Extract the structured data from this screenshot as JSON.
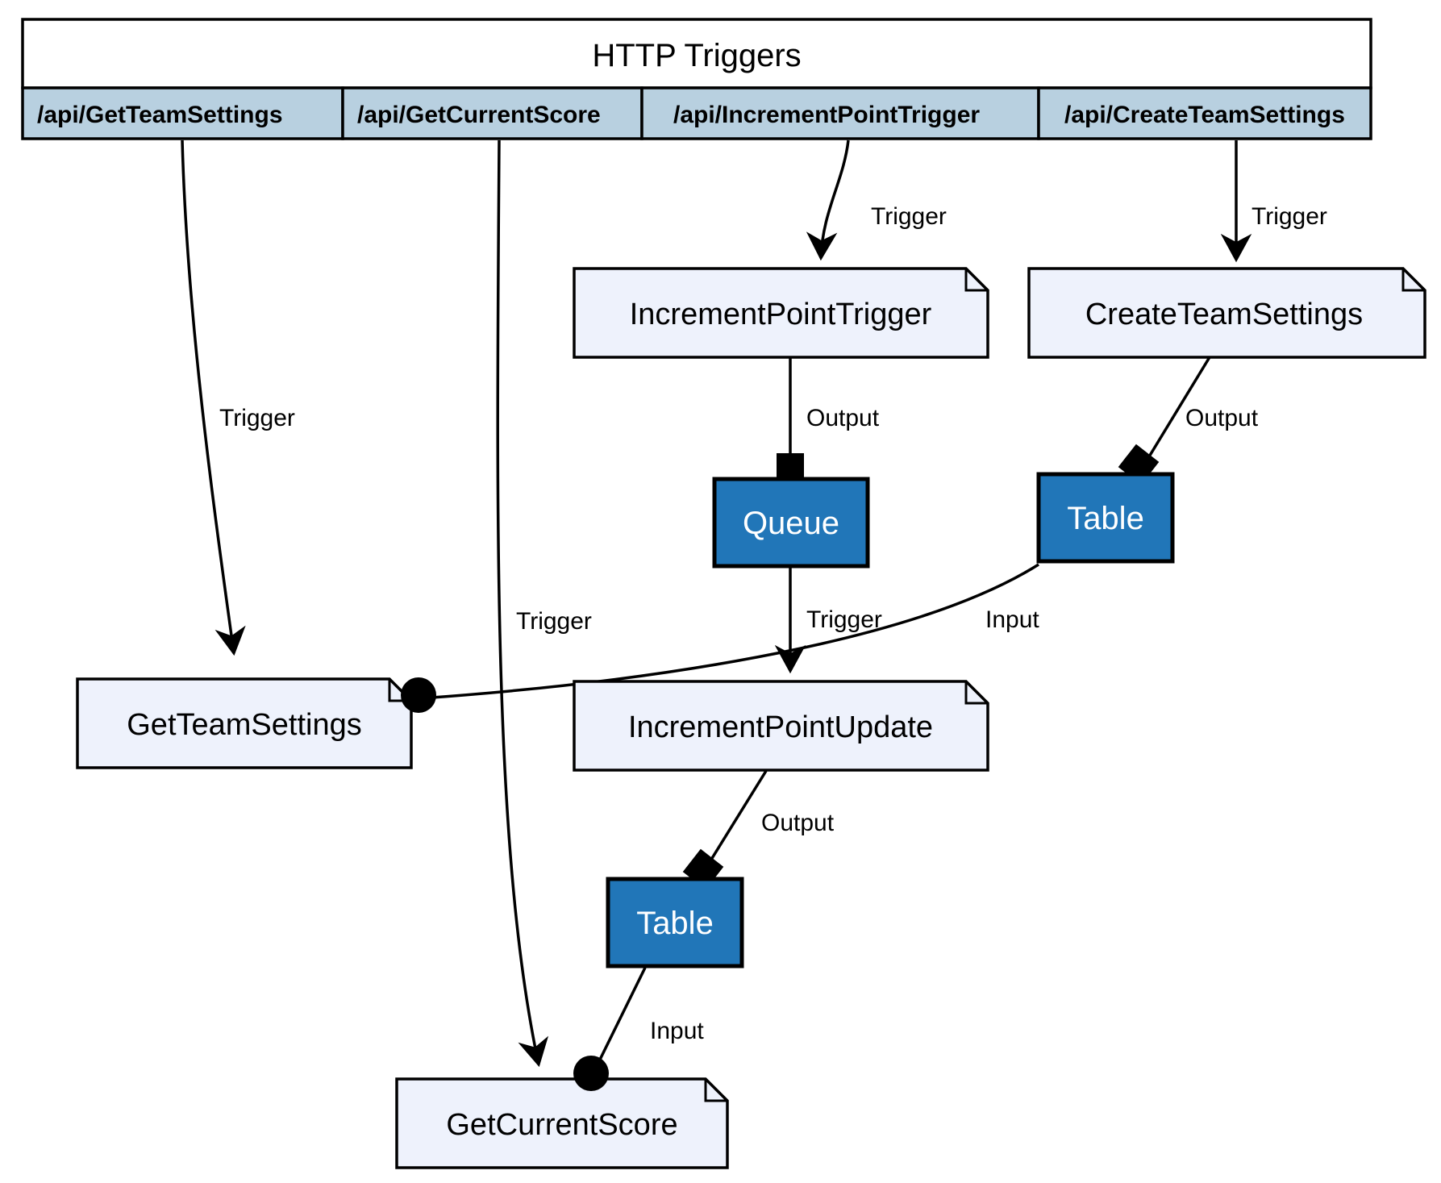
{
  "diagram": {
    "title": "HTTP Triggers",
    "type": "azure-functions-bindings-diagram",
    "colors": {
      "header_fill": "#ffffff",
      "endpoint_fill": "#b8d0e0",
      "function_fill": "#eef2fc",
      "storage_fill": "#2176b8",
      "storage_text": "#ffffff",
      "stroke": "#000000",
      "label_text": "#000000"
    },
    "header": {
      "title": "HTTP Triggers",
      "endpoints": [
        {
          "label": "/api/GetTeamSettings"
        },
        {
          "label": "/api/GetCurrentScore"
        },
        {
          "label": "/api/IncrementPointTrigger"
        },
        {
          "label": "/api/CreateTeamSettings"
        }
      ]
    },
    "functions": [
      {
        "id": "IncrementPointTrigger",
        "label": "IncrementPointTrigger"
      },
      {
        "id": "CreateTeamSettings",
        "label": "CreateTeamSettings"
      },
      {
        "id": "GetTeamSettings",
        "label": "GetTeamSettings"
      },
      {
        "id": "IncrementPointUpdate",
        "label": "IncrementPointUpdate"
      },
      {
        "id": "GetCurrentScore",
        "label": "GetCurrentScore"
      }
    ],
    "storages": [
      {
        "id": "queue1",
        "label": "Queue"
      },
      {
        "id": "table1",
        "label": "Table"
      },
      {
        "id": "table2",
        "label": "Table"
      }
    ],
    "edge_labels": {
      "trigger_getteamsettings": "Trigger",
      "trigger_getcurrentscore": "Trigger",
      "trigger_incrementpointtrigger": "Trigger",
      "trigger_createteamsettings": "Trigger",
      "output_incrementpointtrigger_queue": "Output",
      "output_createteamsettings_table": "Output",
      "trigger_queue_incrementpointupdate": "Trigger",
      "input_table_incrementpointupdate": "Input",
      "output_incrementpointupdate_table": "Output",
      "input_table_getcurrentscore": "Input"
    }
  }
}
